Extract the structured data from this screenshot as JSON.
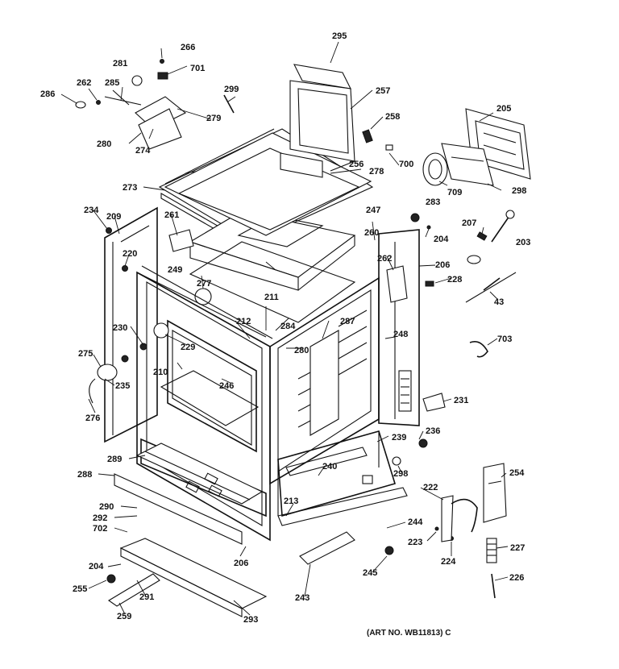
{
  "art_number": "(ART NO. WB11813) C",
  "part_labels": [
    "295",
    "266",
    "281",
    "701",
    "257",
    "286",
    "262",
    "285",
    "299",
    "279",
    "258",
    "205",
    "280",
    "274",
    "700",
    "256",
    "278",
    "709",
    "298",
    "273",
    "283",
    "247",
    "207",
    "234",
    "209",
    "261",
    "204",
    "203",
    "220",
    "260",
    "206",
    "262",
    "249",
    "277",
    "228",
    "211",
    "43",
    "284",
    "287",
    "230",
    "212",
    "703",
    "248",
    "275",
    "229",
    "280",
    "210",
    "246",
    "235",
    "231",
    "276",
    "239",
    "236",
    "289",
    "240",
    "298",
    "288",
    "254",
    "222",
    "290",
    "213",
    "292",
    "244",
    "702",
    "223",
    "227",
    "206",
    "224",
    "204",
    "245",
    "255",
    "291",
    "243",
    "226",
    "259",
    "293"
  ]
}
